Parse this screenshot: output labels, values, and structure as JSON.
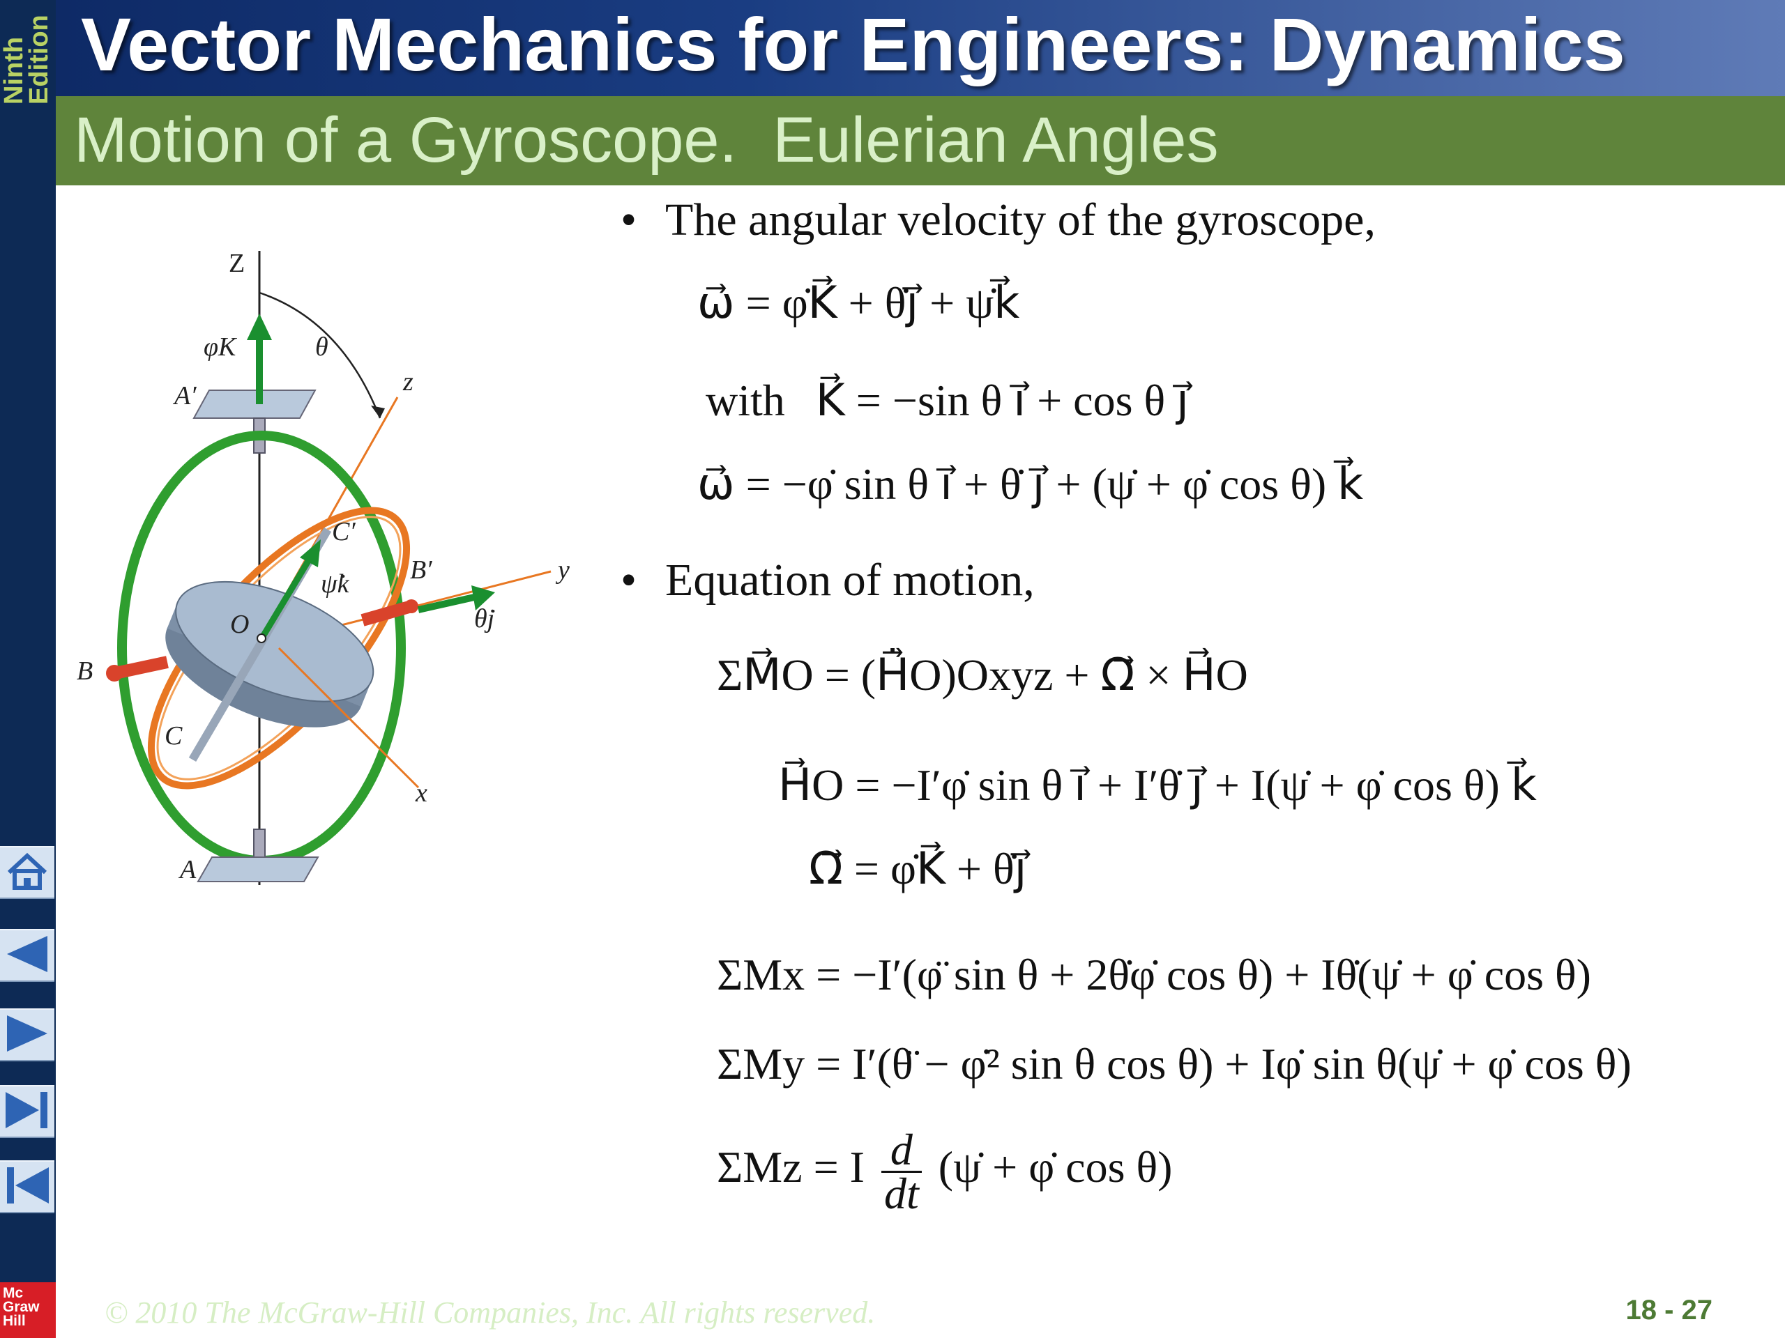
{
  "header": {
    "title": "Vector Mechanics for Engineers: Dynamics",
    "edition": [
      "Ninth",
      "Edition"
    ],
    "subtitle": "Motion of a Gyroscope.  Eulerian Angles"
  },
  "sidebar": {
    "buttons": [
      "home-icon",
      "previous-icon",
      "next-icon",
      "last-icon",
      "first-icon"
    ],
    "logo": [
      "Mc",
      "Graw",
      "Hill"
    ]
  },
  "figure": {
    "labels": {
      "Z": "Z",
      "theta": "θ",
      "phiK": "φK",
      "A_prime": "A′",
      "z": "z",
      "C_prime": "C′",
      "psik": "ψ̇k",
      "B_prime": "B′",
      "y": "y",
      "thetaj": "θ̇j",
      "O": "O",
      "B": "B",
      "C": "C",
      "x": "x",
      "A": "A"
    },
    "colors": {
      "gimbal_outer": "#2f9e2f",
      "gimbal_inner": "#e87722",
      "arrow": "#1a8f2f",
      "disk": "#9fb2c8"
    }
  },
  "content": {
    "bullet1": "The angular velocity of the gyroscope,",
    "bullet2": "Equation of motion,",
    "eq_omega": "ω⃗ = φ̇K⃗ + θ̇j⃗ + ψ̇k⃗",
    "eq_K_with": "with",
    "eq_K": "K⃗ = −sin θ i⃗ + cos θ j⃗",
    "eq_omega2": "ω⃗ = −φ̇ sin θ i⃗ + θ̇ j⃗ + (ψ̇ + φ̇ cos θ) k⃗",
    "eq_motion": "ΣM⃗O = (H⃗̇O)Oxyz + Ω⃗ × H⃗O",
    "eq_H": "H⃗O = −I′φ̇ sin θ i⃗ + I′θ̇ j⃗ + I(ψ̇ + φ̇ cos θ) k⃗",
    "eq_Omega": "Ω⃗ = φ̇K⃗ + θ̇j⃗",
    "eq_Mx": "ΣMx = −I′(φ̈ sin θ + 2θ̇φ̇ cos θ) + Iθ̇(ψ̇ + φ̇ cos θ)",
    "eq_My": "ΣMy = I′(θ̈ − φ̇² sin θ cos θ) + Iφ̇ sin θ(ψ̇ + φ̇ cos θ)",
    "eq_Mz_prefix": "ΣMz = I",
    "eq_Mz_num": "d",
    "eq_Mz_den": "dt",
    "eq_Mz_suffix": "(ψ̇ + φ̇ cos θ)"
  },
  "footer": {
    "copyright": "© 2010 The McGraw-Hill Companies, Inc. All rights reserved.",
    "page": "18 - 27"
  }
}
